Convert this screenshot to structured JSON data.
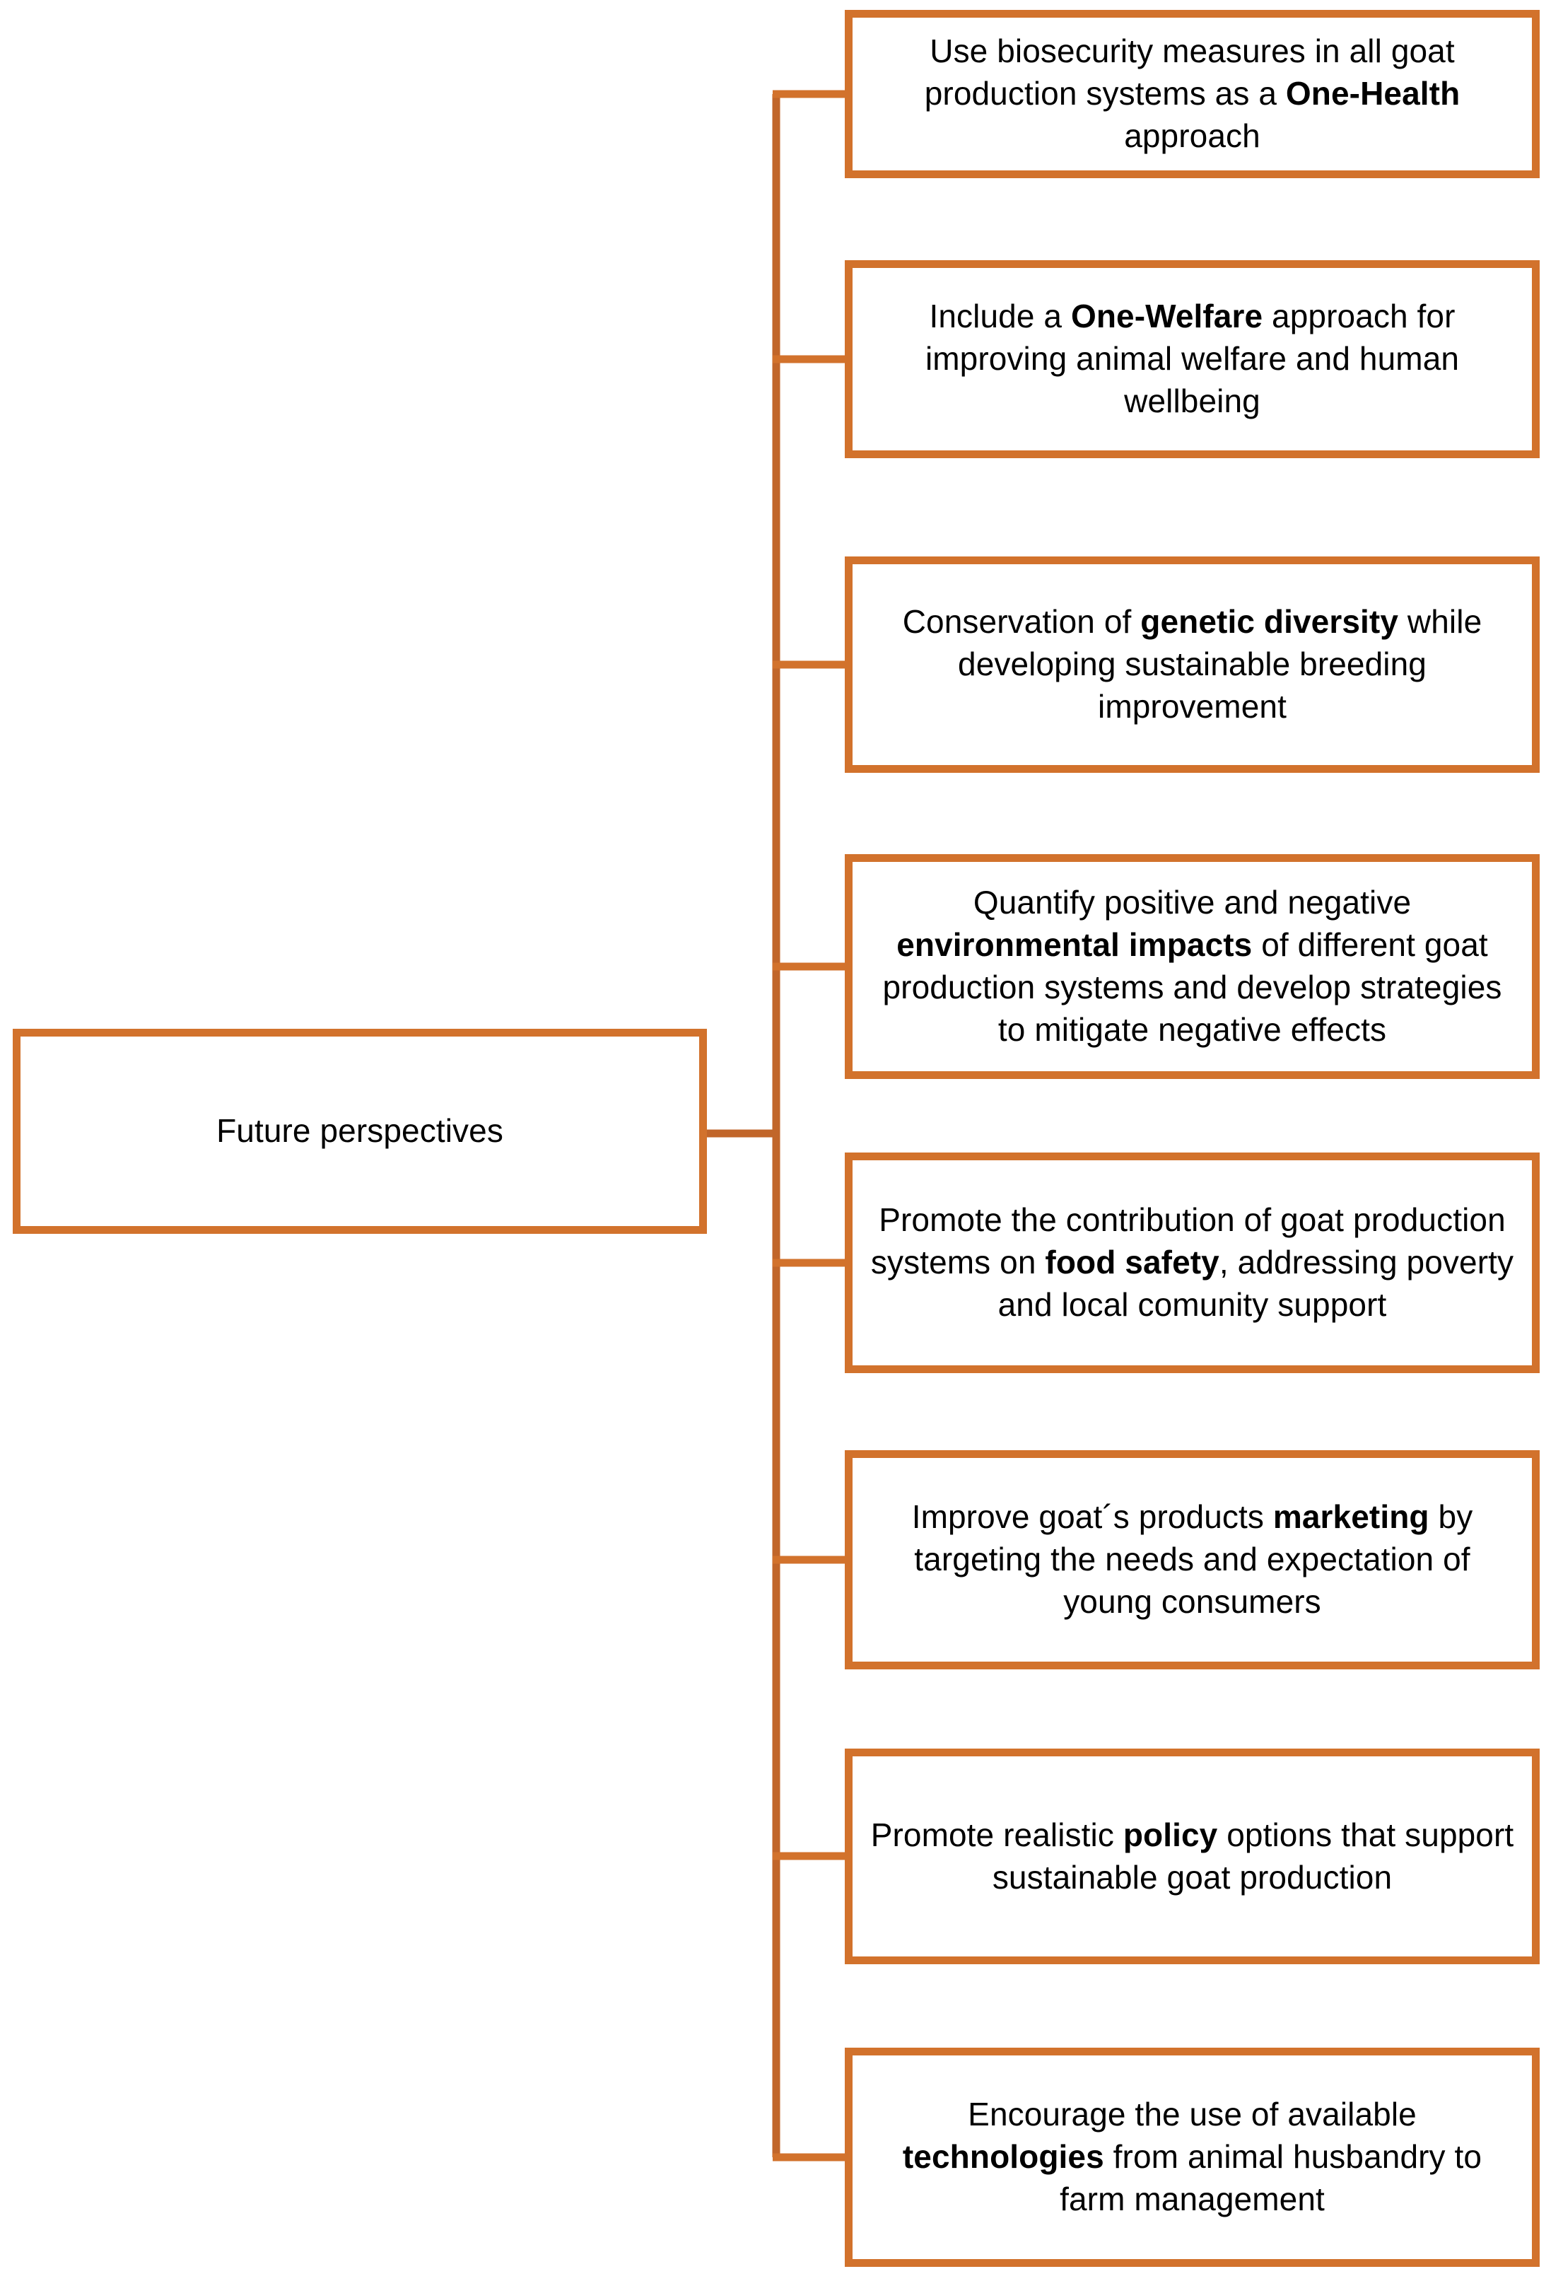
{
  "diagram": {
    "type": "tree-hierarchy",
    "orientation": "left-to-right",
    "accent_color": "#D2722C",
    "background_color": "#FFFFFF",
    "text_color": "#000000",
    "root": {
      "label": "Future perspectives"
    },
    "branches": [
      {
        "id": "biosecurity",
        "segments": [
          {
            "text": "Use biosecurity measures in all goat production systems as a ",
            "bold": false
          },
          {
            "text": "One-Health",
            "bold": true
          },
          {
            "text": " approach",
            "bold": false
          }
        ],
        "plain": "Use biosecurity measures in all goat production systems as a One-Health approach",
        "keyword": "One-Health"
      },
      {
        "id": "one-welfare",
        "segments": [
          {
            "text": "Include a ",
            "bold": false
          },
          {
            "text": "One-Welfare",
            "bold": true
          },
          {
            "text": " approach for improving animal welfare and human wellbeing",
            "bold": false
          }
        ],
        "plain": "Include a One-Welfare approach for improving animal welfare and human wellbeing",
        "keyword": "One-Welfare"
      },
      {
        "id": "genetic-diversity",
        "segments": [
          {
            "text": "Conservation of ",
            "bold": false
          },
          {
            "text": "genetic diversity",
            "bold": true
          },
          {
            "text": " while developing sustainable breeding improvement",
            "bold": false
          }
        ],
        "plain": "Conservation of genetic diversity while developing sustainable breeding improvement",
        "keyword": "genetic diversity"
      },
      {
        "id": "environmental-impacts",
        "segments": [
          {
            "text": "Quantify positive and negative ",
            "bold": false
          },
          {
            "text": "environmental impacts",
            "bold": true
          },
          {
            "text": " of different goat production systems and develop strategies to mitigate negative effects",
            "bold": false
          }
        ],
        "plain": "Quantify positive and negative environmental impacts of different goat production systems and develop strategies to mitigate negative effects",
        "keyword": "environmental impacts"
      },
      {
        "id": "food-safety",
        "segments": [
          {
            "text": "Promote the contribution of goat production systems on ",
            "bold": false
          },
          {
            "text": "food safety",
            "bold": true
          },
          {
            "text": ", addressing poverty and local comunity support",
            "bold": false
          }
        ],
        "plain": "Promote the contribution of goat production systems on food safety, addressing poverty and local comunity support",
        "keyword": "food safety"
      },
      {
        "id": "marketing",
        "segments": [
          {
            "text": "Improve goat´s products ",
            "bold": false
          },
          {
            "text": "marketing",
            "bold": true
          },
          {
            "text": " by targeting the needs and expectation of young consumers",
            "bold": false
          }
        ],
        "plain": "Improve goat´s products marketing by targeting the needs and expectation of young consumers",
        "keyword": "marketing"
      },
      {
        "id": "policy",
        "segments": [
          {
            "text": "Promote realistic ",
            "bold": false
          },
          {
            "text": "policy",
            "bold": true
          },
          {
            "text": " options that support sustainable goat production",
            "bold": false
          }
        ],
        "plain": "Promote realistic policy options that support sustainable goat production",
        "keyword": "policy"
      },
      {
        "id": "technologies",
        "segments": [
          {
            "text": "Encourage the use of available ",
            "bold": false
          },
          {
            "text": "technologies",
            "bold": true
          },
          {
            "text": " from animal husbandry to farm management",
            "bold": false
          }
        ],
        "plain": "Encourage the use of available technologies from animal husbandry to farm management",
        "keyword": "technologies"
      }
    ]
  }
}
